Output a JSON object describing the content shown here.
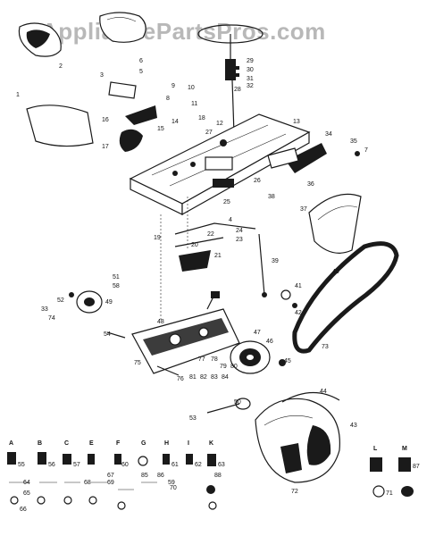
{
  "watermark": "AppliancePartsPros.com",
  "callouts": [
    "1",
    "2",
    "3",
    "4",
    "5",
    "6",
    "7",
    "8",
    "9",
    "10",
    "11",
    "12",
    "13",
    "14",
    "15",
    "16",
    "17",
    "18",
    "19",
    "20",
    "21",
    "22",
    "23",
    "24",
    "25",
    "26",
    "27",
    "28",
    "29",
    "30",
    "31",
    "32",
    "33",
    "34",
    "35",
    "36",
    "37",
    "38",
    "39",
    "40",
    "41",
    "42",
    "43",
    "44",
    "45",
    "46",
    "47",
    "48",
    "49",
    "50",
    "51",
    "52",
    "53",
    "54",
    "55",
    "56",
    "57",
    "58",
    "59",
    "60",
    "61",
    "62",
    "63",
    "64",
    "65",
    "66",
    "67",
    "68",
    "69",
    "70",
    "71",
    "72",
    "73",
    "74",
    "75",
    "76",
    "77",
    "78",
    "79",
    "80",
    "81",
    "82",
    "83",
    "84",
    "85",
    "86",
    "87",
    "88"
  ],
  "legend_letters": [
    "A",
    "B",
    "C",
    "E",
    "F",
    "G",
    "H",
    "I",
    "K",
    "L",
    "M"
  ]
}
